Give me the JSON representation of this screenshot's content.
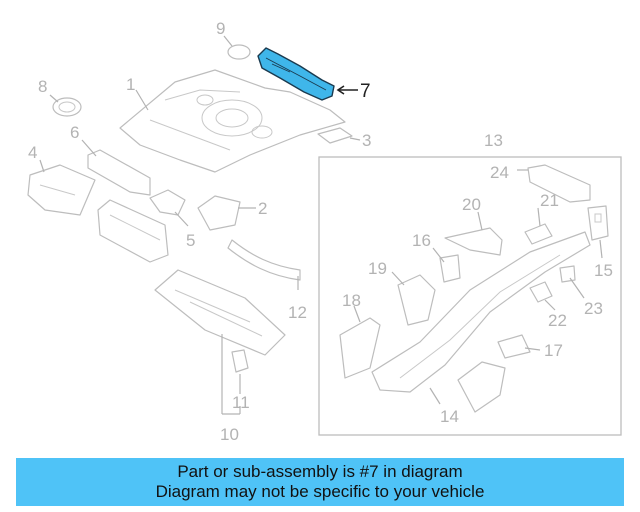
{
  "diagram": {
    "highlight_color": "#3fb6ea",
    "callouts": {
      "c1": "1",
      "c2": "2",
      "c3": "3",
      "c4": "4",
      "c5": "5",
      "c6": "6",
      "c7": "7",
      "c8": "8",
      "c9": "9",
      "c10": "10",
      "c11": "11",
      "c12": "12",
      "c13": "13",
      "c14": "14",
      "c15": "15",
      "c16": "16",
      "c17": "17",
      "c18": "18",
      "c19": "19",
      "c20": "20",
      "c21": "21",
      "c22": "22",
      "c23": "23",
      "c24": "24"
    }
  },
  "banner": {
    "background": "#4fc3f7",
    "line1": "Part or sub-assembly is #7 in diagram",
    "line2": "Diagram may not be specific to your vehicle"
  }
}
